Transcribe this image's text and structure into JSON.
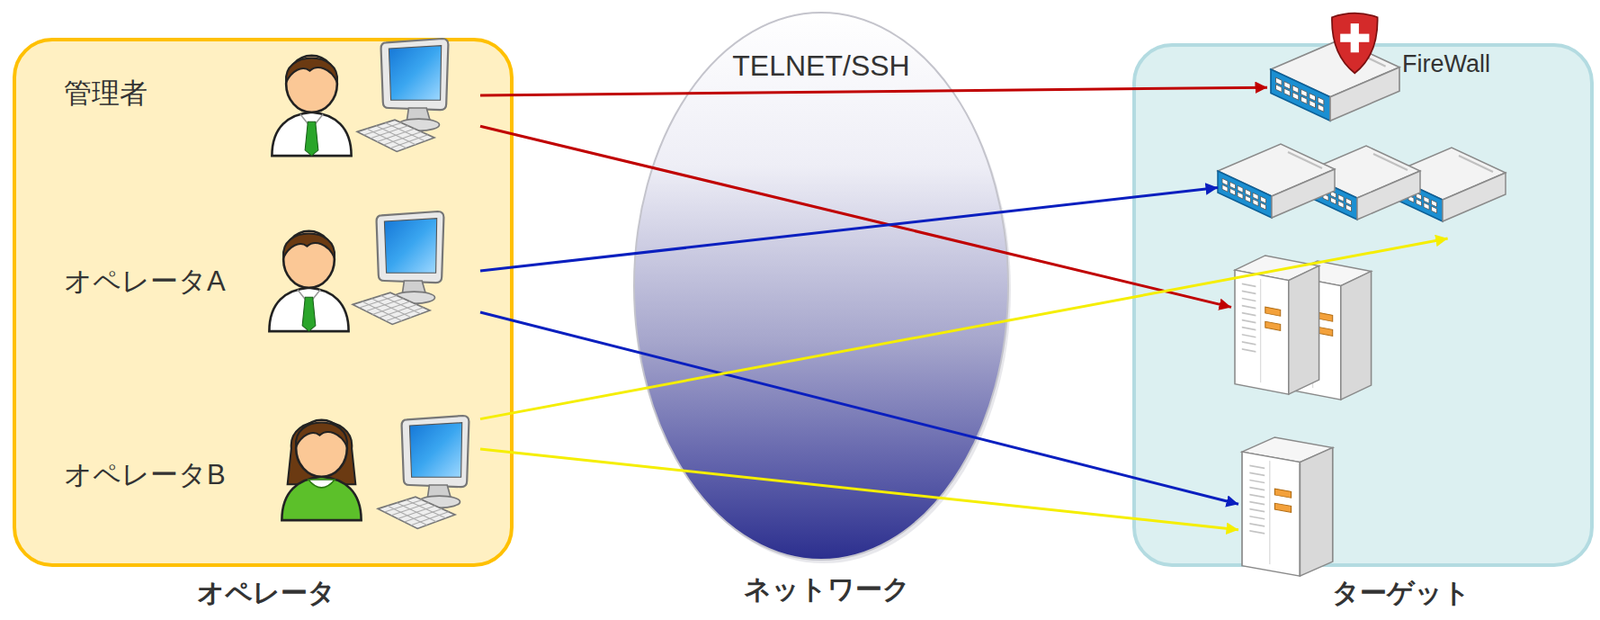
{
  "diagram": {
    "nodes": [
      {
        "text": [
          "オペレータ"
        ]
      },
      {
        "text": [
          "管理者"
        ],
        "in": 0
      },
      {
        "text": [
          "オペレータA"
        ],
        "in": 0
      },
      {
        "text": [
          "オペレータB"
        ],
        "in": 0
      },
      {
        "text": [
          "TELNET/SSH",
          "ネットワーク"
        ]
      },
      {
        "text": [
          "ターゲット"
        ]
      },
      {
        "text": [
          "FireWall"
        ],
        "in": 5
      },
      {
        "text": [],
        "in": 5
      },
      {
        "text": [],
        "in": 5
      },
      {
        "text": [],
        "in": 5
      }
    ],
    "edges": [
      {
        "from": 1,
        "to": 6,
        "arrow": "to"
      },
      {
        "from": 1,
        "to": 8,
        "arrow": "to"
      },
      {
        "from": 2,
        "to": 7,
        "arrow": "to"
      },
      {
        "from": 2,
        "to": 9,
        "arrow": "to"
      },
      {
        "from": 3,
        "to": 7,
        "arrow": "to"
      },
      {
        "from": 3,
        "to": 9,
        "arrow": "to"
      }
    ]
  }
}
